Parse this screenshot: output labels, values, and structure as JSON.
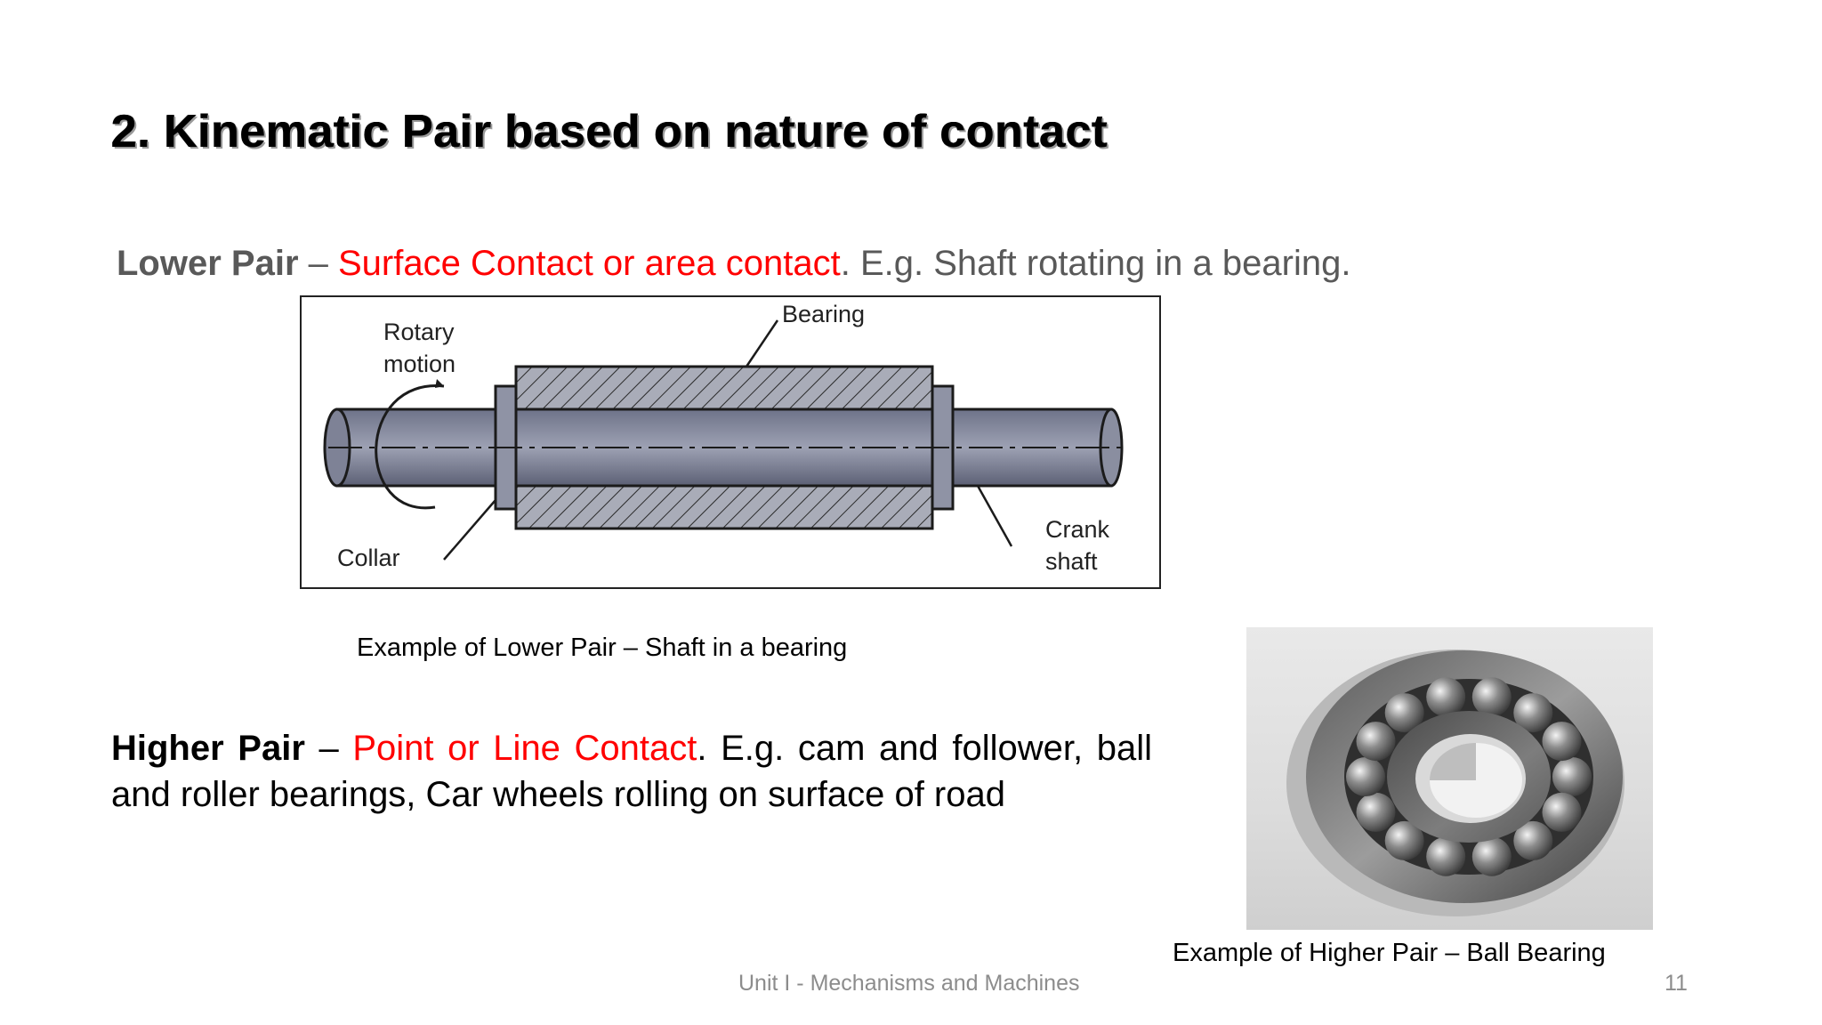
{
  "title": "2. Kinematic Pair based on nature of contact",
  "lower_pair": {
    "term": "Lower Pair",
    "dash": " – ",
    "highlight": "Surface Contact or area contact",
    "rest": ". E.g. Shaft rotating in a bearing."
  },
  "shaft_figure": {
    "labels": {
      "rotary_1": "Rotary",
      "rotary_2": "motion",
      "bearing": "Bearing",
      "collar": "Collar",
      "crank_1": "Crank",
      "crank_2": "shaft"
    },
    "caption": "Example of Lower Pair – Shaft in a bearing"
  },
  "higher_pair": {
    "term": "Higher Pair",
    "dash": " – ",
    "highlight": "Point or Line Contact",
    "rest": ". E.g. cam and follower, ball and roller bearings, Car wheels rolling on surface of road"
  },
  "bearing_photo": {
    "caption": "Example of Higher Pair – Ball Bearing"
  },
  "footer": {
    "course": "Unit I - Mechanisms and Machines",
    "page_number": "11"
  }
}
